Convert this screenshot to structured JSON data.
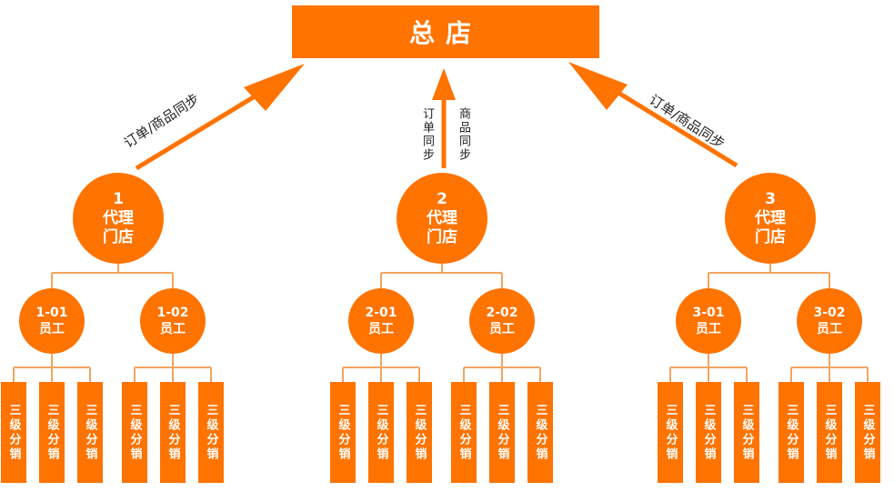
{
  "headquarters": "总店",
  "sync_label_full": "订单/商品同步",
  "sync_label_left": "订单同步",
  "sync_label_right": "商品同步",
  "stores": [
    {
      "num": "1",
      "line1": "代理",
      "line2": "门店",
      "employees": [
        {
          "id": "1-01",
          "role": "员工"
        },
        {
          "id": "1-02",
          "role": "员工"
        }
      ]
    },
    {
      "num": "2",
      "line1": "代理",
      "line2": "门店",
      "employees": [
        {
          "id": "2-01",
          "role": "员工"
        },
        {
          "id": "2-02",
          "role": "员工"
        }
      ]
    },
    {
      "num": "3",
      "line1": "代理",
      "line2": "门店",
      "employees": [
        {
          "id": "3-01",
          "role": "员工"
        },
        {
          "id": "3-02",
          "role": "员工"
        }
      ]
    }
  ],
  "distributor_label": "三级分销",
  "colors": {
    "accent": "#ff7300",
    "connector": "#f4a460"
  }
}
